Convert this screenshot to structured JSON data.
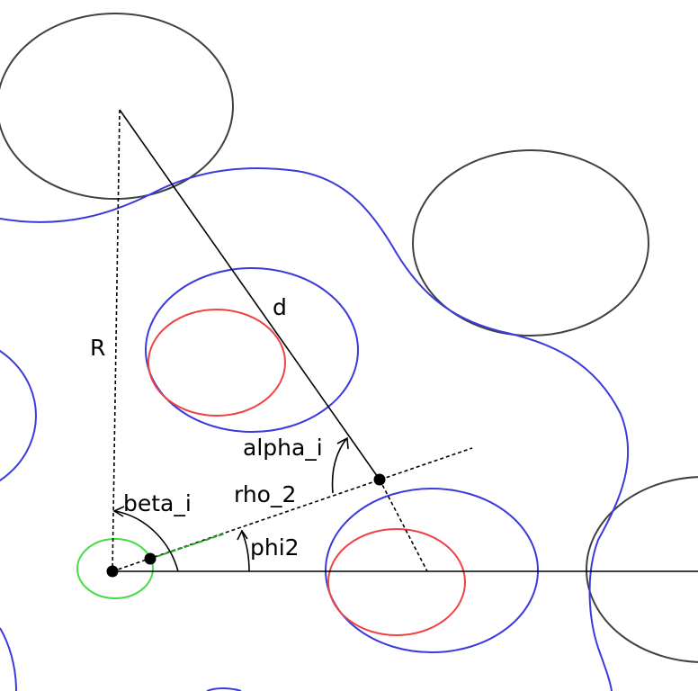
{
  "labels": {
    "R": "R",
    "d": "d",
    "alpha_i": "alpha_i",
    "rho_2": "rho_2",
    "beta_i": "beta_i",
    "phi2": "phi2"
  },
  "colors": {
    "obstacle": "#404040",
    "boundary": "#3b3bdd",
    "inner": "#ee4444",
    "robot": "#44dd44",
    "line": "#000000",
    "segment": "#22aa22"
  }
}
